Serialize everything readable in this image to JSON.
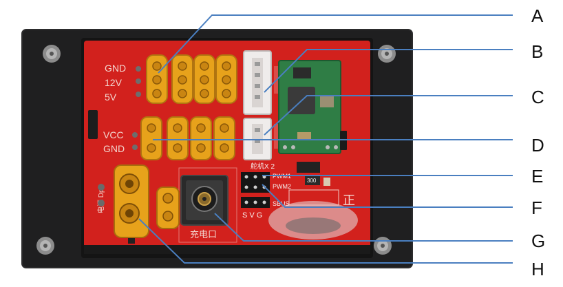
{
  "board": {
    "silk_power_rows": [
      "GND",
      "12V",
      "5V"
    ],
    "silk_vcc_rows": [
      "VCC",
      "GND"
    ],
    "silk_servo": "舵机X 2",
    "silk_pwm1": "PWM1",
    "silk_pwm2": "PWM2",
    "silk_sbus": "SBUS",
    "silk_svg": "S V G",
    "silk_charge": "充电口",
    "silk_zheng": "正",
    "silk_side": "电源 Dp",
    "smd_label": "300"
  },
  "callouts": [
    "A",
    "B",
    "C",
    "D",
    "E",
    "F",
    "G",
    "H"
  ],
  "colors": {
    "callout_line": "#4a7fc0",
    "pcb_red": "#d2211d",
    "enclosure": "#202020",
    "connector_gold": "#e7a21b",
    "jst_white": "#efeceb",
    "module_green": "#2f7d45"
  }
}
